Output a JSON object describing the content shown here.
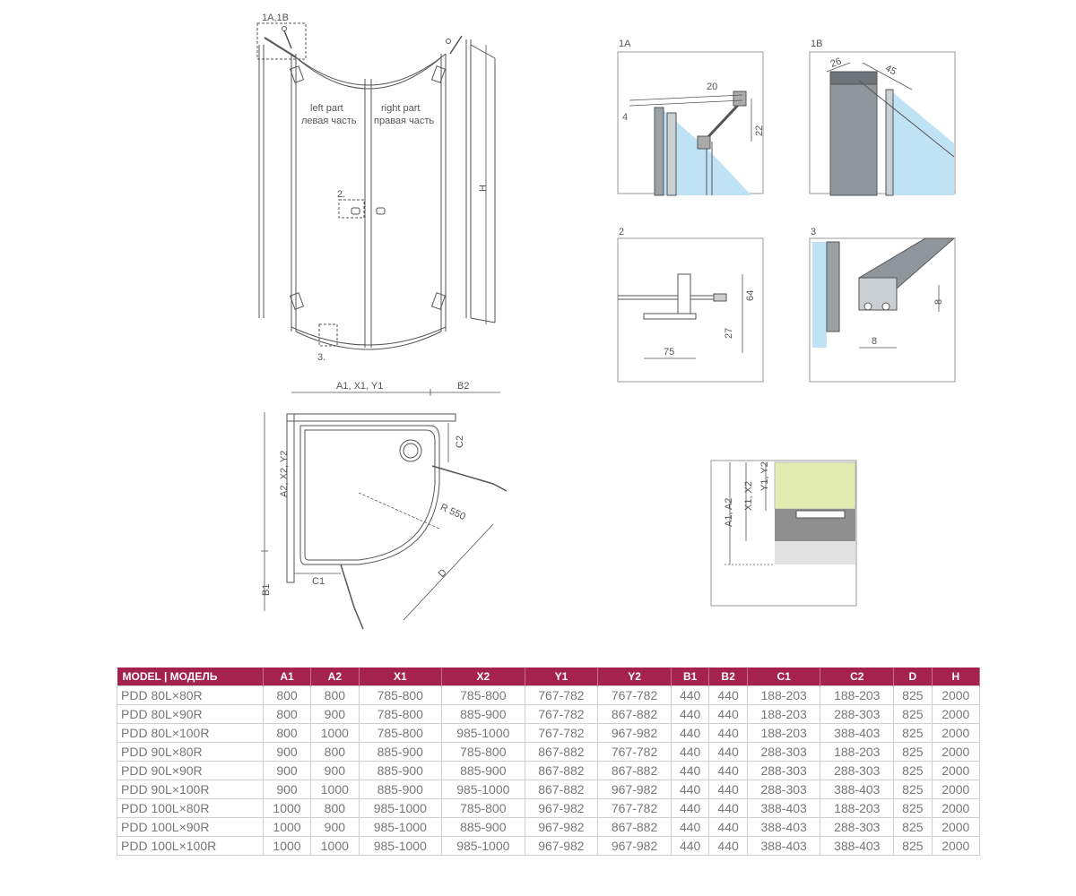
{
  "elevation": {
    "callout_1a1b": "1A,1B",
    "callout_2": "2.",
    "callout_3": "3.",
    "left_part_en": "left part",
    "left_part_ru": "левая часть",
    "right_part_en": "right part",
    "right_part_ru": "правая часть",
    "height_label": "H"
  },
  "plan": {
    "top_dim_a": "A1, X1, Y1",
    "top_dim_b": "B2",
    "left_dim_a": "A2, X2, Y2",
    "left_dim_b": "B1",
    "c1": "C1",
    "c2": "C2",
    "radius": "R 550",
    "diag": "D"
  },
  "details": {
    "d1a": {
      "title": "1A",
      "dim_20": "20",
      "dim_4": "4",
      "dim_22": "22"
    },
    "d1b": {
      "title": "1B",
      "dim_26": "26",
      "dim_45": "45"
    },
    "d2": {
      "title": "2",
      "dim_64": "64",
      "dim_27": "27",
      "dim_75": "75"
    },
    "d3": {
      "title": "3",
      "dim_8v": "8",
      "dim_8h": "8"
    }
  },
  "section": {
    "label_a": "A1, A2",
    "label_x": "X1, X2",
    "label_y": "Y1, Y2"
  },
  "colors": {
    "brand": "#a5224f",
    "glass": "#bfe3f5",
    "line": "#555555"
  },
  "table": {
    "headers": [
      "MODEL | МОДЕЛЬ",
      "A1",
      "A2",
      "X1",
      "X2",
      "Y1",
      "Y2",
      "B1",
      "B2",
      "C1",
      "C2",
      "D",
      "H"
    ],
    "rows": [
      [
        "PDD 80L×80R",
        "800",
        "800",
        "785-800",
        "785-800",
        "767-782",
        "767-782",
        "440",
        "440",
        "188-203",
        "188-203",
        "825",
        "2000"
      ],
      [
        "PDD 80L×90R",
        "800",
        "900",
        "785-800",
        "885-900",
        "767-782",
        "867-882",
        "440",
        "440",
        "188-203",
        "288-303",
        "825",
        "2000"
      ],
      [
        "PDD 80L×100R",
        "800",
        "1000",
        "785-800",
        "985-1000",
        "767-782",
        "967-982",
        "440",
        "440",
        "188-203",
        "388-403",
        "825",
        "2000"
      ],
      [
        "PDD 90L×80R",
        "900",
        "800",
        "885-900",
        "785-800",
        "867-882",
        "767-782",
        "440",
        "440",
        "288-303",
        "188-203",
        "825",
        "2000"
      ],
      [
        "PDD 90L×90R",
        "900",
        "900",
        "885-900",
        "885-900",
        "867-882",
        "867-882",
        "440",
        "440",
        "288-303",
        "288-303",
        "825",
        "2000"
      ],
      [
        "PDD 90L×100R",
        "900",
        "1000",
        "885-900",
        "985-1000",
        "867-882",
        "967-982",
        "440",
        "440",
        "288-303",
        "388-403",
        "825",
        "2000"
      ],
      [
        "PDD 100L×80R",
        "1000",
        "800",
        "985-1000",
        "785-800",
        "967-982",
        "767-782",
        "440",
        "440",
        "388-403",
        "188-203",
        "825",
        "2000"
      ],
      [
        "PDD 100L×90R",
        "1000",
        "900",
        "985-1000",
        "885-900",
        "967-982",
        "867-882",
        "440",
        "440",
        "388-403",
        "288-303",
        "825",
        "2000"
      ],
      [
        "PDD 100L×100R",
        "1000",
        "1000",
        "985-1000",
        "985-1000",
        "967-982",
        "967-982",
        "440",
        "440",
        "388-403",
        "388-403",
        "825",
        "2000"
      ]
    ]
  }
}
